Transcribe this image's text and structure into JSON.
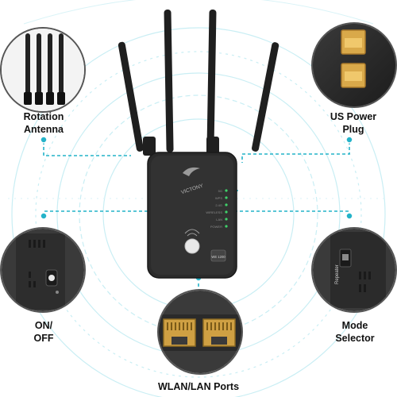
{
  "product": {
    "brand_logo": "VICTONY",
    "model_badge": "WE 1200",
    "indicator_labels": [
      "5G",
      "WPS",
      "2.4G",
      "WIRELESS",
      "LAN",
      "POWER"
    ],
    "colors": {
      "accent": "#24b3c9",
      "device_body": "#2b2b2b",
      "led": "#3fd26a",
      "port_gold": "#c9a23a"
    }
  },
  "callouts": {
    "rotation_antenna": {
      "line1": "Rotation",
      "line2": "Antenna",
      "icon": "antenna-cluster"
    },
    "us_power_plug": {
      "line1": "US Power",
      "line2": "Plug",
      "icon": "power-plug"
    },
    "on_off": {
      "line1": "ON/",
      "line2": "OFF",
      "icon": "power-switch"
    },
    "mode_selector": {
      "line1": "Mode",
      "line2": "Selector",
      "icon": "mode-switch",
      "switch_text": "Repeater"
    },
    "wlan_lan_ports": {
      "line1": "WLAN/LAN Ports",
      "icon": "ethernet-ports"
    }
  }
}
